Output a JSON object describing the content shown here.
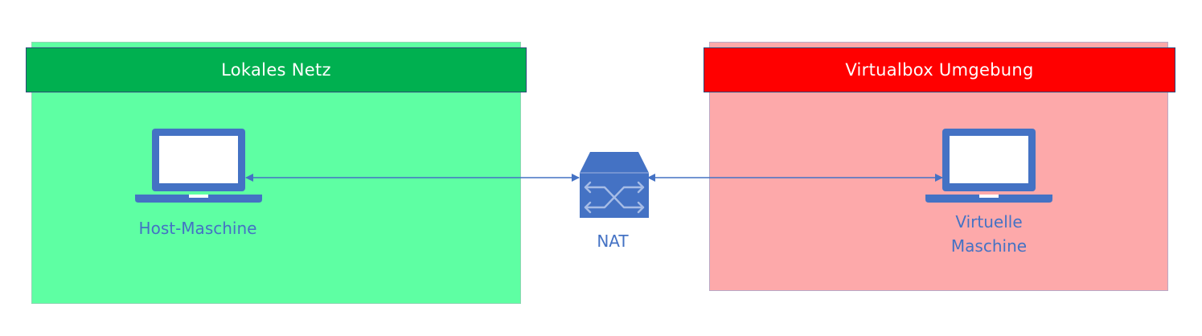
{
  "zones": {
    "local": {
      "title": "Lokales Netz",
      "color": "#00b050",
      "fill": "#5effa3"
    },
    "virtualbox": {
      "title": "Virtualbox Umgebung",
      "color": "#ff0000",
      "fill": "#fda9aa"
    }
  },
  "nodes": {
    "host": {
      "label": "Host-Maschine",
      "icon": "laptop-icon"
    },
    "nat": {
      "label": "NAT",
      "icon": "router-icon"
    },
    "vm": {
      "label_line1": "Virtuelle",
      "label_line2": "Maschine",
      "icon": "laptop-icon"
    }
  },
  "connections": [
    {
      "from": "Host-Maschine",
      "to": "NAT",
      "direction": "bidirectional"
    },
    {
      "from": "NAT",
      "to": "Virtuelle Maschine",
      "direction": "bidirectional"
    }
  ],
  "colors": {
    "icon": "#4472c4",
    "label": "#4472c4"
  }
}
